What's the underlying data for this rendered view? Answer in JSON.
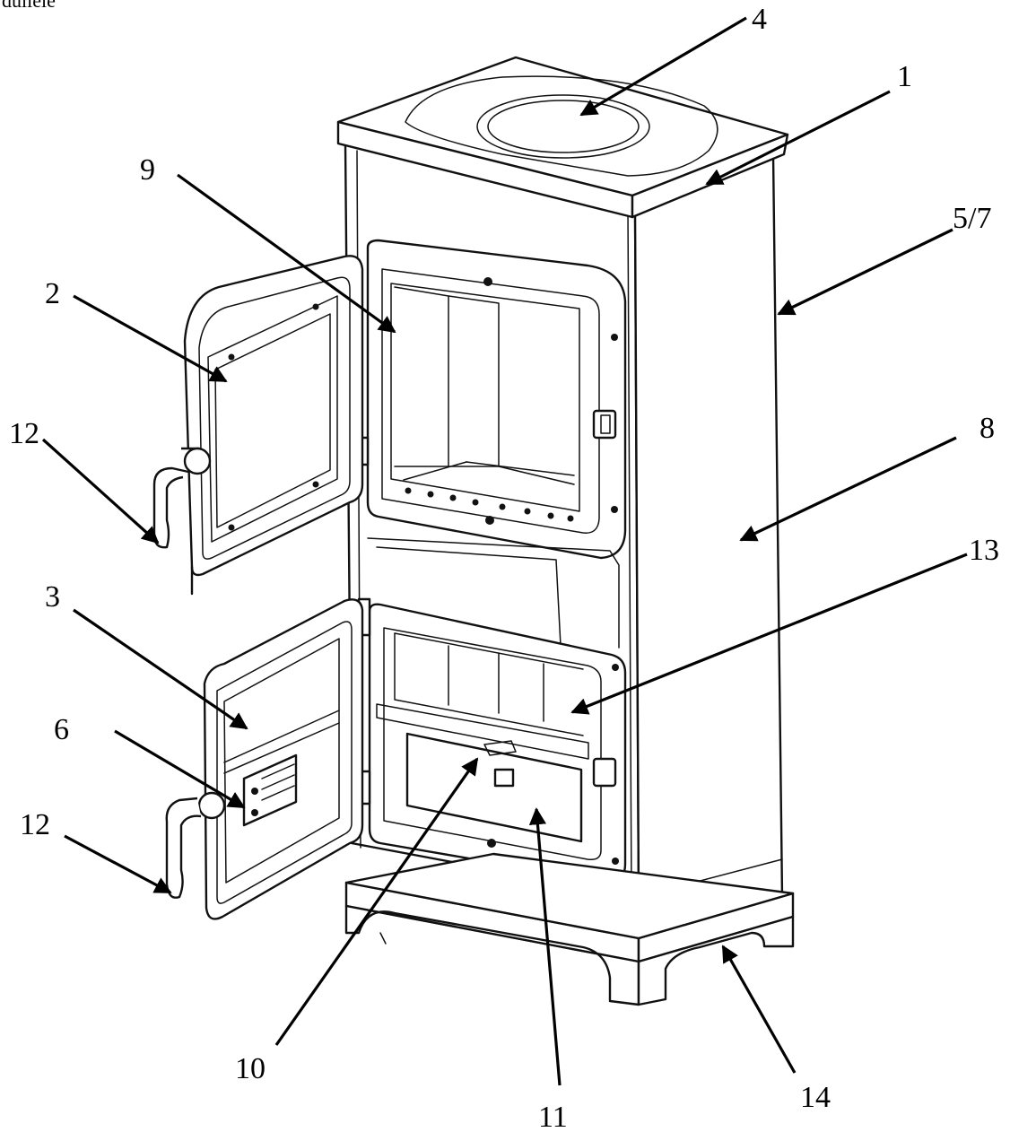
{
  "header": {
    "corner_text": "dulleie"
  },
  "diagram": {
    "callouts": [
      {
        "id": "c1",
        "label": "1"
      },
      {
        "id": "c2",
        "label": "2"
      },
      {
        "id": "c3",
        "label": "3"
      },
      {
        "id": "c4",
        "label": "4"
      },
      {
        "id": "c57",
        "label": "5/7"
      },
      {
        "id": "c6",
        "label": "6"
      },
      {
        "id": "c8",
        "label": "8"
      },
      {
        "id": "c9",
        "label": "9"
      },
      {
        "id": "c10",
        "label": "10"
      },
      {
        "id": "c11",
        "label": "11"
      },
      {
        "id": "c12a",
        "label": "12"
      },
      {
        "id": "c12b",
        "label": "12"
      },
      {
        "id": "c13",
        "label": "13"
      },
      {
        "id": "c14",
        "label": "14"
      }
    ]
  }
}
